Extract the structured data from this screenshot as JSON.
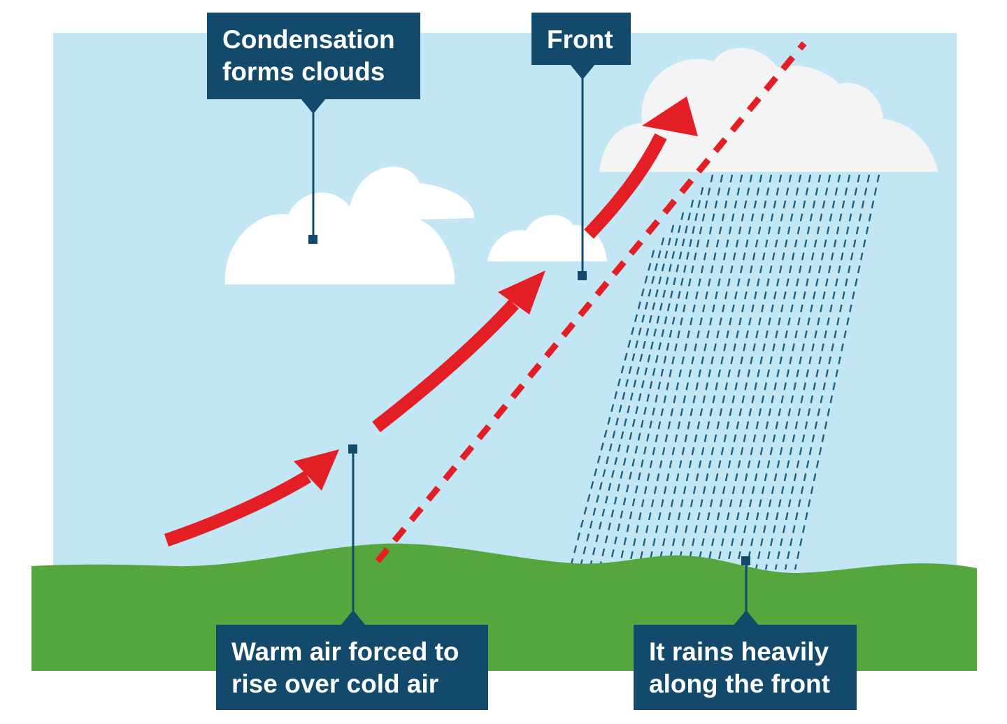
{
  "labels": {
    "condensation": {
      "line1": "Condensation",
      "line2": "forms clouds"
    },
    "front": {
      "line1": "Front"
    },
    "warm_air": {
      "line1": "Warm air forced to",
      "line2": "rise over cold air"
    },
    "rain": {
      "line1": "It rains heavily",
      "line2": "along the front"
    }
  },
  "colors": {
    "sky": "#c2e6f4",
    "ground": "#55a63c",
    "cloud": "#ffffff",
    "arrow": "#e31e24",
    "front_line": "#e31e24",
    "rain": "#1f5f80",
    "label_bg": "#134a6b",
    "label_text": "#ffffff"
  }
}
